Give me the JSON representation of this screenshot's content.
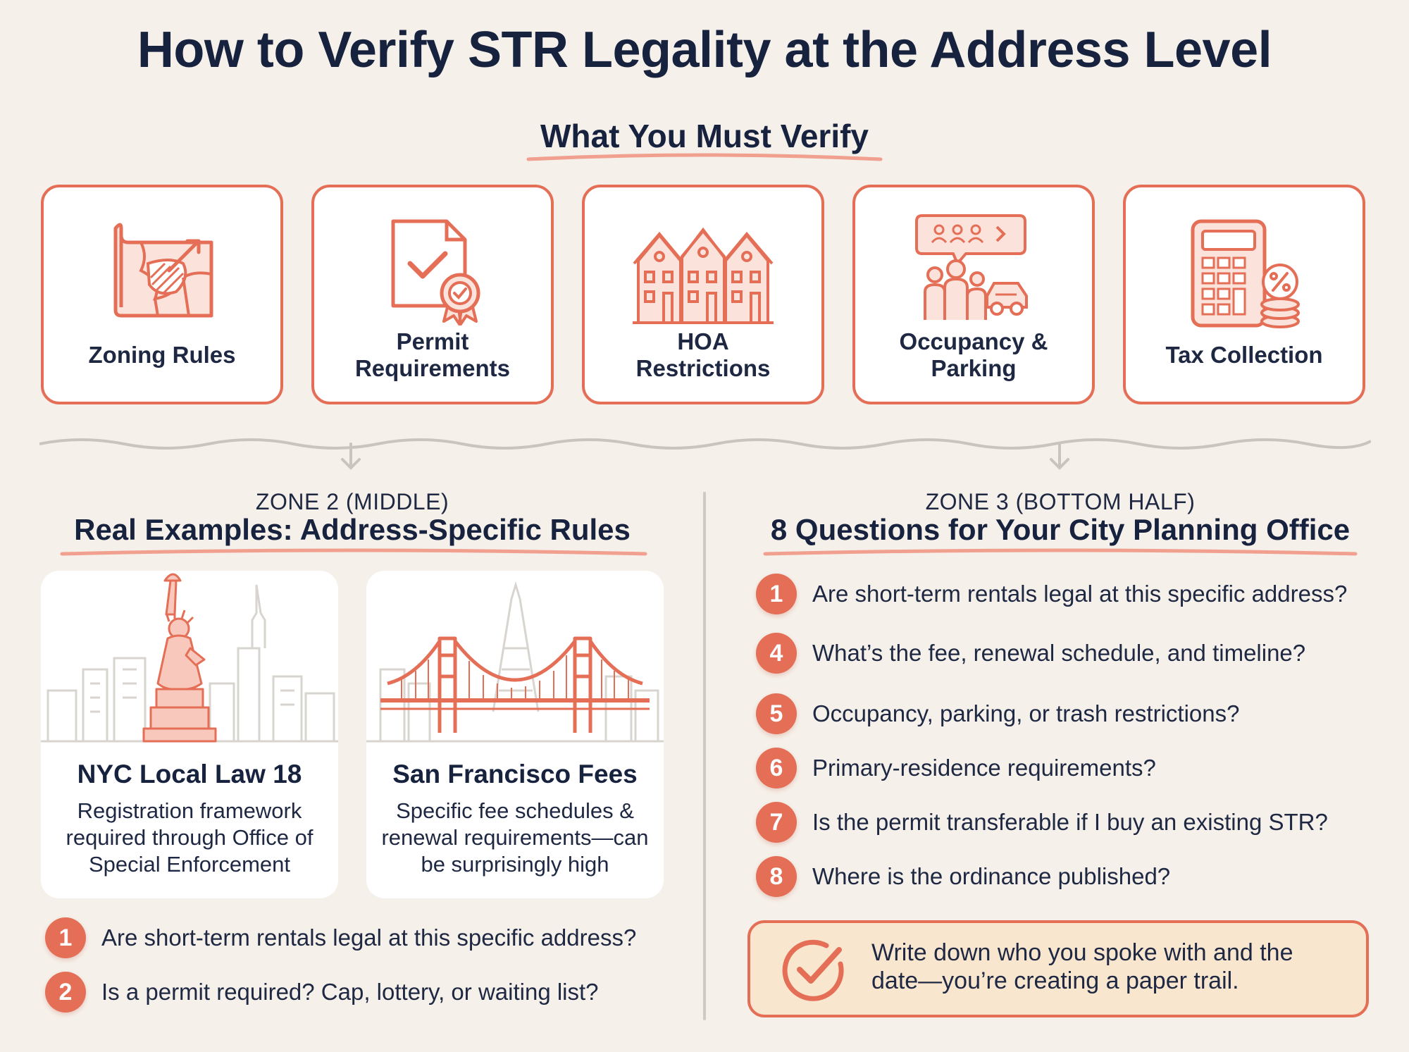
{
  "title": "How to Verify STR Legality at the Address Level",
  "verify_section": {
    "heading": "What You Must Verify",
    "cards": [
      {
        "label": "Zoning Rules",
        "icon": "zoning-map-icon"
      },
      {
        "label": "Permit\nRequirements",
        "icon": "permit-document-icon"
      },
      {
        "label": "HOA\nRestrictions",
        "icon": "townhouses-icon"
      },
      {
        "label": "Occupancy &\nParking",
        "icon": "occupancy-parking-icon"
      },
      {
        "label": "Tax Collection",
        "icon": "calculator-coins-icon"
      }
    ]
  },
  "zone2": {
    "kicker": "ZONE 2 (MIDDLE)",
    "title": "Real Examples: Address-Specific Rules",
    "examples": [
      {
        "title": "NYC Local Law 18",
        "body": "Registration framework required through Office of Special Enforcement",
        "icon": "statue-of-liberty-skyline-icon"
      },
      {
        "title": "San Francisco Fees",
        "body": "Specific fee schedules & renewal requirements—can be surprisingly high",
        "icon": "golden-gate-bridge-icon"
      }
    ],
    "questions": [
      {
        "num": "1",
        "text": "Are short-term rentals legal at this specific address?"
      },
      {
        "num": "2",
        "text": "Is a permit required? Cap, lottery, or waiting list?"
      }
    ]
  },
  "zone3": {
    "kicker": "ZONE 3 (BOTTOM HALF)",
    "title": "8 Questions for Your City Planning Office",
    "questions": [
      {
        "num": "1",
        "text": "Are short-term rentals legal at this specific address?"
      },
      {
        "num": "4",
        "text": "What’s the fee, renewal schedule, and timeline?"
      },
      {
        "num": "5",
        "text": "Occupancy, parking, or trash restrictions?"
      },
      {
        "num": "6",
        "text": "Primary-residence requirements?"
      },
      {
        "num": "7",
        "text": "Is the permit transferable if I buy an existing STR?"
      },
      {
        "num": "8",
        "text": "Where is the ordinance published?"
      }
    ],
    "tip": "Write down who you spoke with and the\ndate—you’re creating a paper trail.",
    "tip_icon": "checkmark-circle-icon"
  },
  "colors": {
    "accent": "#e46e56",
    "text": "#17223f",
    "background": "#f5f0e9",
    "tip_background": "#f9e6cf"
  }
}
